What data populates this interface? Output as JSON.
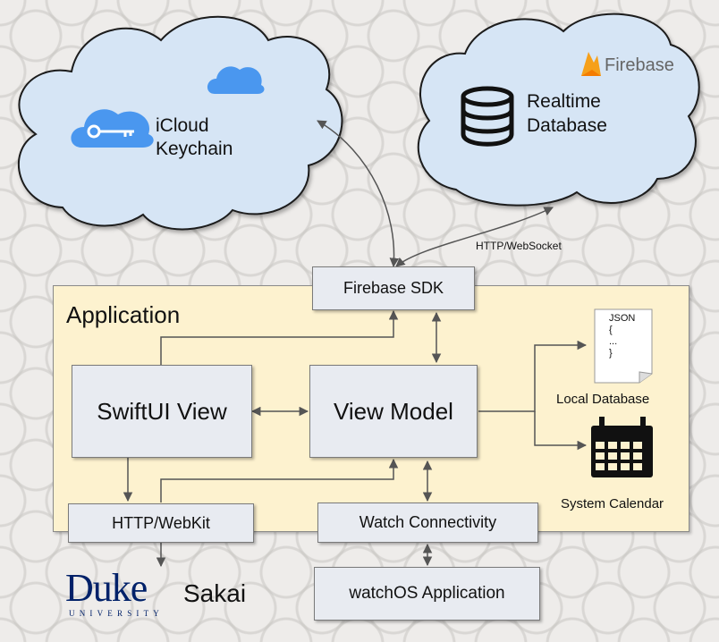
{
  "icloud": {
    "line1": "iCloud",
    "line2": "Keychain"
  },
  "firebase_cloud": {
    "brand": "Firebase",
    "line1": "Realtime",
    "line2": "Database"
  },
  "connection_label": "HTTP/WebSocket",
  "application": {
    "title": "Application",
    "firebase_sdk": "Firebase SDK",
    "swiftui_view": "SwiftUI View",
    "view_model": "View Model",
    "http_webkit": "HTTP/WebKit",
    "watch_connectivity": "Watch Connectivity"
  },
  "local_database": {
    "label": "Local Database",
    "doc_lines": [
      "JSON",
      "{",
      "...",
      "}"
    ]
  },
  "system_calendar": {
    "label": "System Calendar"
  },
  "watchos": {
    "label": "watchOS Application"
  },
  "duke": {
    "logo_word": "Duke",
    "logo_sub": "UNIVERSITY",
    "sakai": "Sakai"
  },
  "colors": {
    "cloud_fill": "#d6e5f5",
    "app_fill": "#fdf2cf",
    "box_fill": "#e8ebf1",
    "duke_blue": "#012169",
    "icloud_blue": "#4a97ef",
    "firebase_orange": "#f6a01a"
  }
}
